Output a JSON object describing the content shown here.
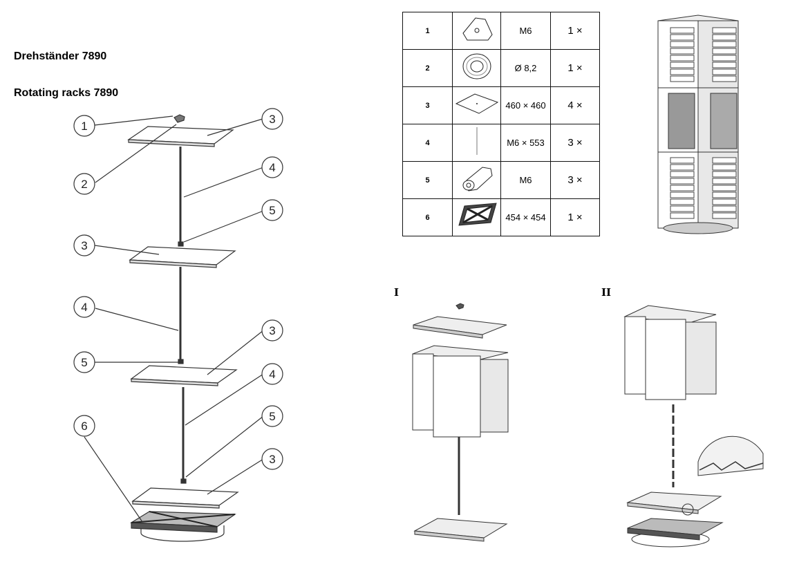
{
  "titles": {
    "de": "Drehständer 7890",
    "en": "Rotating racks 7890"
  },
  "callouts": [
    "1",
    "2",
    "3",
    "4",
    "5",
    "3",
    "4",
    "5",
    "3",
    "4",
    "5",
    "6",
    "3"
  ],
  "parts": [
    {
      "no": "1",
      "icon": "cap-nut-icon",
      "dim": "M6",
      "qty": "1 ×"
    },
    {
      "no": "2",
      "icon": "washer-icon",
      "dim": "Ø 8,2",
      "qty": "1 ×"
    },
    {
      "no": "3",
      "icon": "plate-icon",
      "dim": "460 × 460",
      "qty": "4 ×"
    },
    {
      "no": "4",
      "icon": "threaded-rod-icon",
      "dim": "M6 × 553",
      "qty": "3 ×"
    },
    {
      "no": "5",
      "icon": "hex-coupling-nut-icon",
      "dim": "M6",
      "qty": "3 ×"
    },
    {
      "no": "6",
      "icon": "rotating-base-icon",
      "dim": "454 × 454",
      "qty": "1 ×"
    }
  ],
  "stages": {
    "first": "I",
    "second": "II"
  }
}
